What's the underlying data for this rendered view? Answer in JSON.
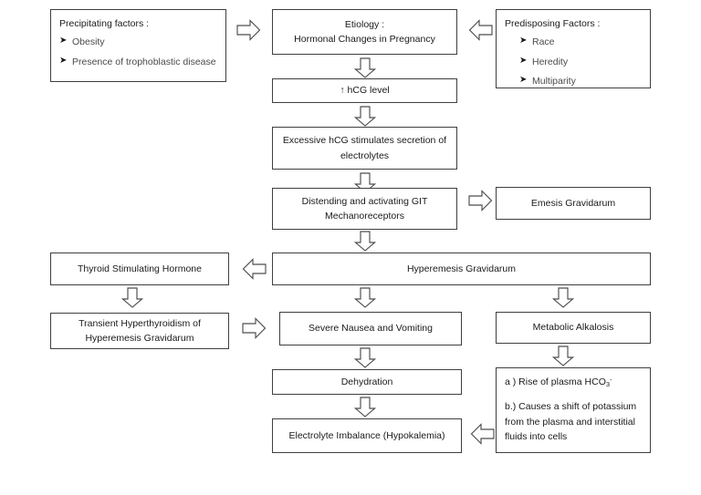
{
  "diagram": {
    "title": "Hyperemesis Gravidarum Pathophysiology Flowchart",
    "background_color": "#ffffff",
    "box_border_color": "#3f3f3f",
    "arrow_stroke_color": "#4d4d4d",
    "text_color": "#1a1a1a"
  },
  "nodes": {
    "precipitating_factors": {
      "title": "Precipitating factors :",
      "bullets": [
        "Obesity",
        "Presence of trophoblastic disease"
      ],
      "bullet_glyph": "➤"
    },
    "etiology": {
      "line1": "Etiology :",
      "line2": "Hormonal Changes in Pregnancy"
    },
    "predisposing_factors": {
      "title": "Predisposing Factors :",
      "bullets": [
        "Race",
        "Heredity",
        "Multiparity"
      ],
      "bullet_glyph": "➤"
    },
    "hcg_level": {
      "label": "↑ hCG level"
    },
    "excessive_hcg": {
      "line1": "Excessive hCG stimulates secretion of",
      "line2": "electrolytes"
    },
    "distending_git": {
      "line1": "Distending and activating GIT",
      "line2": "Mechanoreceptors"
    },
    "emesis_gravidarum": {
      "label": "Emesis Gravidarum"
    },
    "thyroid_stimulating_hormone": {
      "label": "Thyroid Stimulating Hormone"
    },
    "hyperemesis_gravidarum": {
      "label": "Hyperemesis Gravidarum"
    },
    "transient_hyperthyroidism": {
      "line1": "Transient Hyperthyroidism of",
      "line2": "Hyperemesis Gravidarum"
    },
    "severe_nausea": {
      "label": "Severe Nausea and Vomiting"
    },
    "metabolic_alkalosis": {
      "label": "Metabolic Alkalosis"
    },
    "dehydration": {
      "label": "Dehydration"
    },
    "electrolyte_imbalance": {
      "label": "Electrolyte Imbalance (Hypokalemia)"
    },
    "alkalosis_effects": {
      "item_a_prefix": "a ) Rise of plasma HCO",
      "item_a_sub": "3",
      "item_a_sup": "-",
      "item_b_line1": "b.) Causes a shift of potassium",
      "item_b_line2": "from the plasma and interstitial",
      "item_b_line3": "fluids into cells"
    }
  }
}
